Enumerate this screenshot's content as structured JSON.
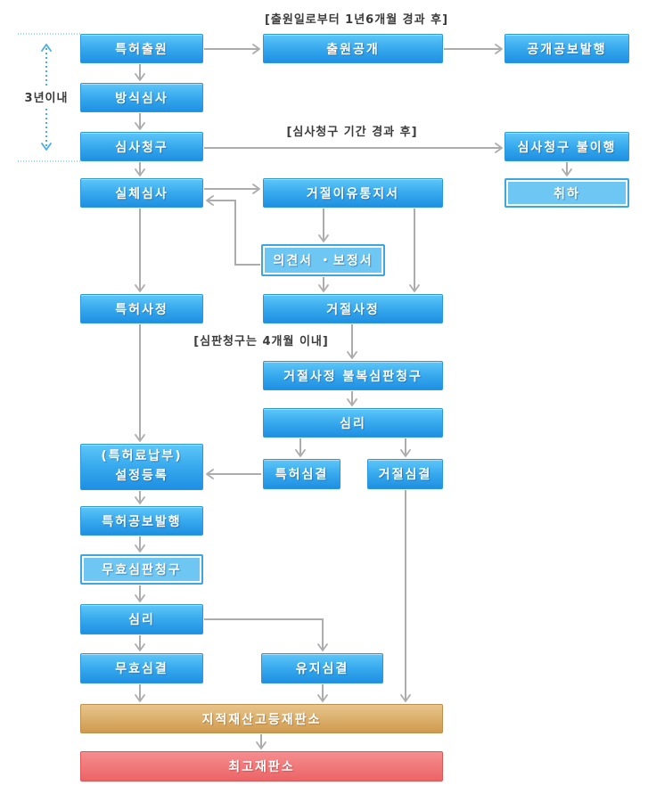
{
  "colors": {
    "box-text": "#ffffff",
    "box-blue-top": "#5ec7f8",
    "box-blue-mid": "#38aaee",
    "box-blue-bottom": "#1e90e2",
    "box-blue-border": "#2a97de",
    "box-light-fill": "#6ec6f2",
    "box-light-border": "#3ba6e0",
    "box-tan-top": "#e7c58c",
    "box-tan-bottom": "#d09a4e",
    "box-tan-border": "#c08f4b",
    "box-red-top": "#f58e8f",
    "box-red-bottom": "#ec6466",
    "box-red-border": "#e05558",
    "arrow": "#acacac",
    "dotted-blue": "#49acee",
    "note-text": "#3b3b3b"
  },
  "annotations": {
    "publication_note": "[출원일로부터 1년6개월 경과 후]",
    "exam_request_note": "[심사청구 기간 경과 후]",
    "trial_request_note": "[심판청구는 4개월 이내]",
    "three_years": "3년이내"
  },
  "nodes": {
    "patent_application": "특허출원",
    "application_publication": "출원공개",
    "public_gazette_issue": "공개공보발행",
    "formality_exam": "방식심사",
    "exam_request": "심사청구",
    "exam_request_failure": "심사청구 불이행",
    "withdrawal": "취하",
    "substantive_exam": "실체심사",
    "rejection_notice": "거절이유통지서",
    "opinion_amendment": "의견서 ・보정서",
    "patent_decision": "특허사정",
    "rejection_decision": "거절사정",
    "rejection_appeal": "거절사정 불복심판청구",
    "trial_exam_1": "심리",
    "patent_trial_decision": "특허심결",
    "rejection_trial_decision": "거절심결",
    "registration_line1": "(특허료납부)",
    "registration_line2": "설정등록",
    "patent_gazette_issue": "특허공보발행",
    "invalidation_trial_request": "무효심판청구",
    "trial_exam_2": "심리",
    "invalidation_decision": "무효심결",
    "maintenance_decision": "유지심결",
    "ip_high_court": "지적재산고등재판소",
    "supreme_court": "최고재판소"
  }
}
